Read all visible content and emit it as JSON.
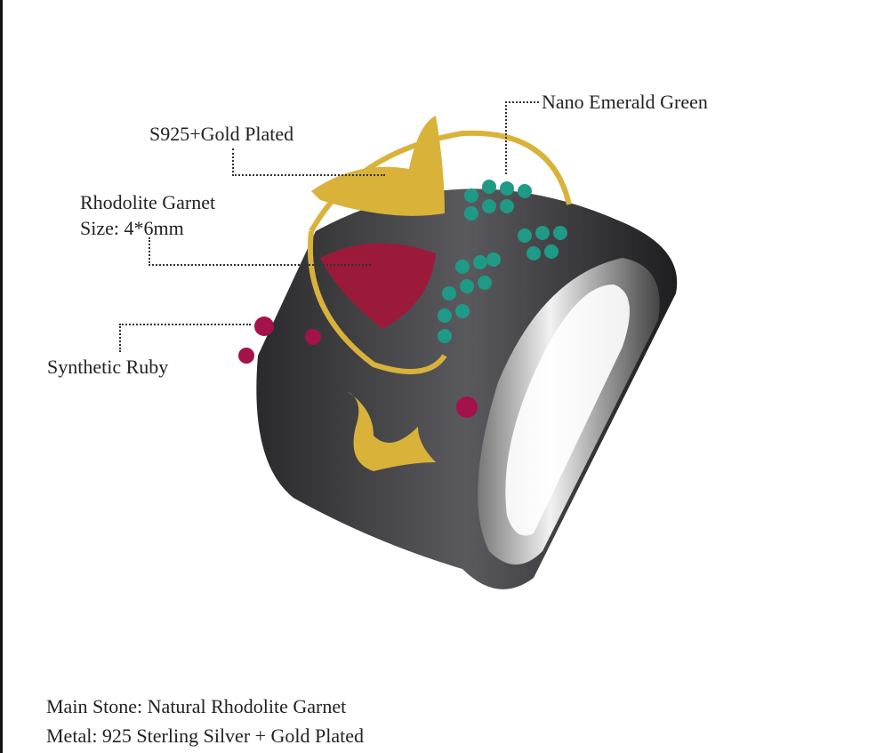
{
  "callouts": {
    "emerald": "Nano Emerald Green",
    "gold": "S925+Gold Plated",
    "garnet_name": "Rhodolite Garnet",
    "garnet_size": "Size: 4*6mm",
    "ruby": "Synthetic Ruby"
  },
  "specs": {
    "main_stone": "Main Stone: Natural Rhodolite Garnet",
    "metal": "Metal: 925 Sterling Silver + Gold Plated"
  },
  "colors": {
    "metal": "#3a3a3c",
    "gold": "#d9b23a",
    "garnet": "#9b1a3a",
    "emerald": "#1f9a86",
    "ruby": "#a3124a"
  }
}
